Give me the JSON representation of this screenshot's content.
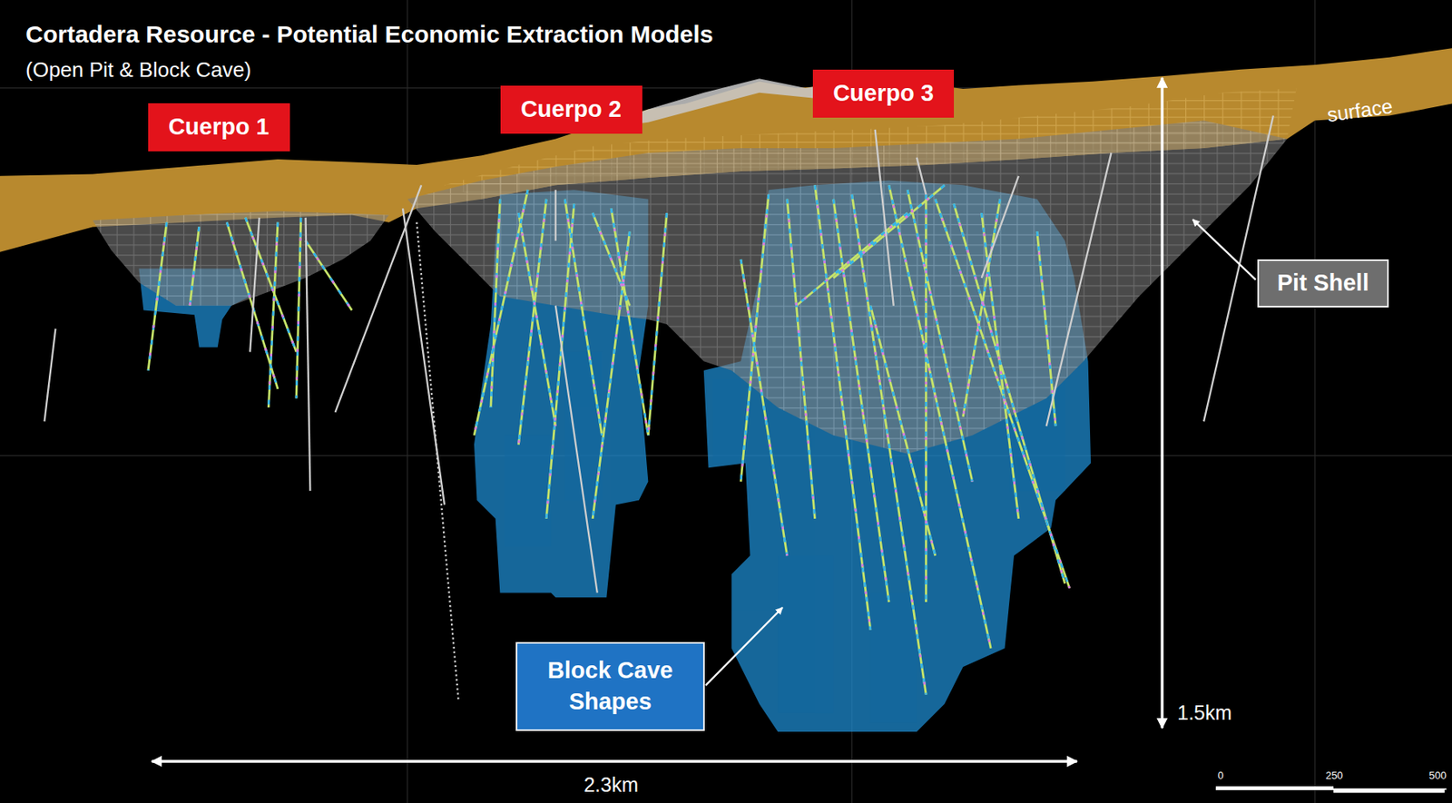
{
  "diagram": {
    "title": "Cortadera Resource - Potential Economic Extraction Models",
    "nodes": [
      {
        "text": [
          "Cuerpo 1"
        ]
      },
      {
        "text": [
          "Cuerpo 2"
        ]
      },
      {
        "text": [
          "Cuerpo 3"
        ]
      },
      {
        "text": [
          "Pit Shell"
        ]
      },
      {
        "text": [
          "Block Cave Shapes"
        ]
      }
    ],
    "labels": [
      "(Open Pit & Block Cave)",
      "surface",
      "1.5km",
      "2.3km",
      "0",
      "250",
      "500"
    ]
  }
}
